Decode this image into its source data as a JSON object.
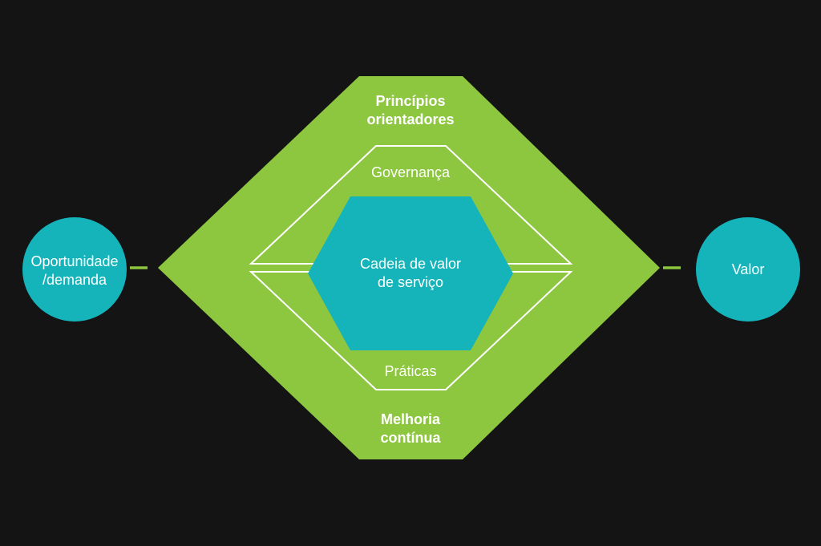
{
  "colors": {
    "background": "#141414",
    "green": "#8dc63f",
    "teal": "#14b4ba",
    "outline": "#ffffff",
    "text": "#ffffff"
  },
  "diagram": {
    "guiding_principles": {
      "line1": "Princípios",
      "line2": "orientadores"
    },
    "governance": {
      "label": "Governança"
    },
    "service_value_chain": {
      "line1": "Cadeia de valor",
      "line2": "de serviço"
    },
    "practices": {
      "label": "Práticas"
    },
    "continual_improvement": {
      "line1": "Melhoria",
      "line2": "contínua"
    },
    "opportunity_demand": {
      "line1": "Oportunidade",
      "line2": "/demanda"
    },
    "value": {
      "label": "Valor"
    }
  }
}
